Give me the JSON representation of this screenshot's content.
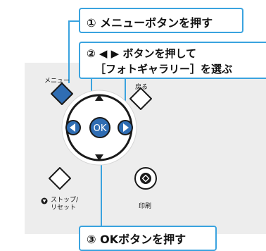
{
  "callouts": {
    "step1": "① メニューボタンを押す",
    "step2_line1": "② ◀ ▶ ボタンを押して",
    "step2_line2": "［フォトギャラリー］を選ぶ",
    "step3": "③ OKボタンを押す"
  },
  "buttons": {
    "menu_label": "メニュー",
    "back_label": "戻る",
    "ok_label": "OK",
    "stop_label_line1": "ストップ/",
    "stop_label_line2": "リセット",
    "print_label": "印刷"
  },
  "colors": {
    "accent": "#3aa3df",
    "button_fill": "#2f6db3",
    "panel": "#ededed"
  }
}
